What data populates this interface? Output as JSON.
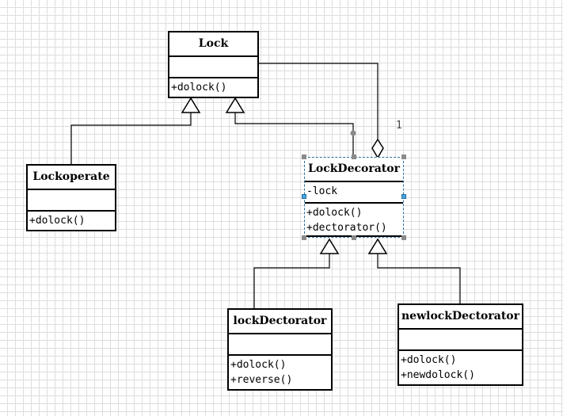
{
  "diagram": {
    "classes": {
      "lock": {
        "name": "Lock",
        "attributes": [],
        "operations": [
          "+dolock()"
        ]
      },
      "lockoperate": {
        "name": "Lockoperate",
        "attributes": [],
        "operations": [
          "+dolock()"
        ]
      },
      "lockdecorator": {
        "name": "LockDecorator",
        "attributes": [
          "-lock"
        ],
        "operations": [
          "+dolock()",
          "+dectorator()"
        ]
      },
      "lockdectorator": {
        "name": "lockDectorator",
        "attributes": [],
        "operations": [
          "+dolock()",
          "+reverse()"
        ]
      },
      "newlockdectorator": {
        "name": "newlockDectorator",
        "attributes": [],
        "operations": [
          "+dolock()",
          "+newdolock()"
        ]
      }
    },
    "aggregation_multiplicity": "1"
  }
}
